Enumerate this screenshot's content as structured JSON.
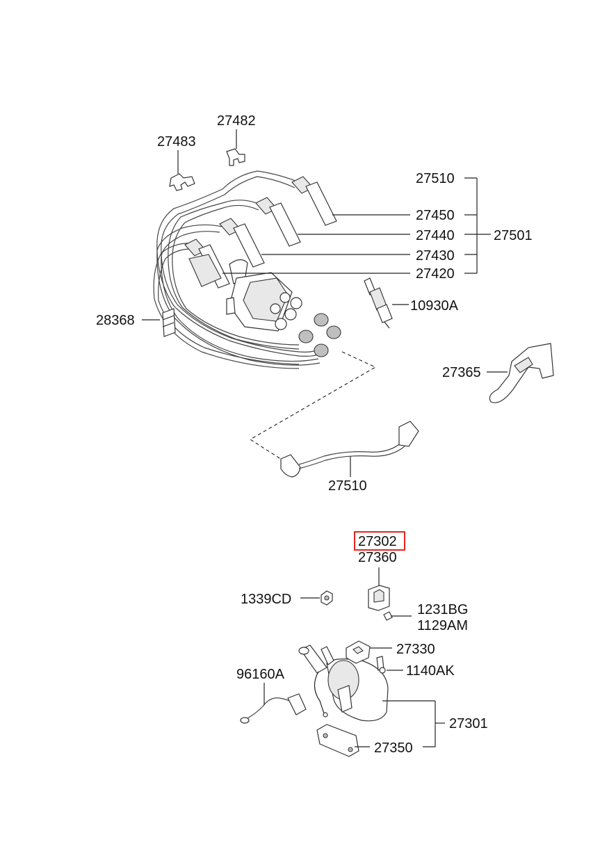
{
  "highlight_color": "#e8231f",
  "labels": {
    "p27482": "27482",
    "p27483": "27483",
    "p27510_top": "27510",
    "p27450": "27450",
    "p27440": "27440",
    "p27501": "27501",
    "p27430": "27430",
    "p27420": "27420",
    "p10930A": "10930A",
    "p28368": "28368",
    "p27365": "27365",
    "p27510_bottom": "27510",
    "p27302": "27302",
    "p27360": "27360",
    "p1339CD": "1339CD",
    "p1231BG": "1231BG",
    "p1129AM": "1129AM",
    "p27330": "27330",
    "p96160A": "96160A",
    "p1140AK": "1140AK",
    "p27301": "27301",
    "p27350": "27350"
  }
}
